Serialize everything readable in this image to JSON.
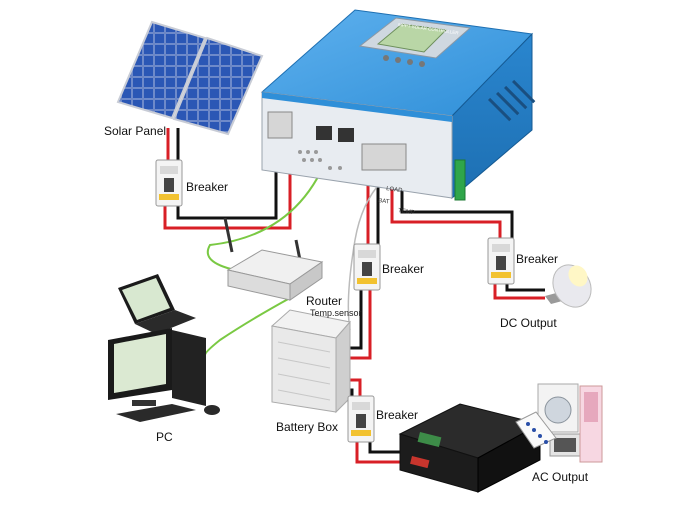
{
  "labels": {
    "solar_panel": "Solar Panel",
    "breaker_solar": "Breaker",
    "router": "Router",
    "temp_sensor": "Temp.sensor",
    "breaker_battery_upper": "Breaker",
    "breaker_dc": "Breaker",
    "dc_output": "DC Output",
    "pc": "PC",
    "battery_box": "Battery Box",
    "breaker_inverter": "Breaker",
    "ac_output": "AC Output"
  },
  "controller": {
    "panel_text": "MPPT SOLAR CONTROLLER",
    "port_labels": [
      "LOAD",
      "BAT",
      "TEMP"
    ]
  },
  "colors": {
    "controller_body": "#2f8fd8",
    "wire_positive": "#d81f26",
    "wire_negative": "#111111",
    "wire_network": "#7ac943",
    "inverter_body": "#1c1c1c",
    "battery_box_body": "#e9e9e9"
  },
  "icons": [
    "solar-panel-icon",
    "breaker-icon",
    "controller-icon",
    "router-icon",
    "laptop-icon",
    "desktop-pc-icon",
    "battery-box-icon",
    "inverter-icon",
    "light-bulb-icon",
    "appliances-icon"
  ]
}
